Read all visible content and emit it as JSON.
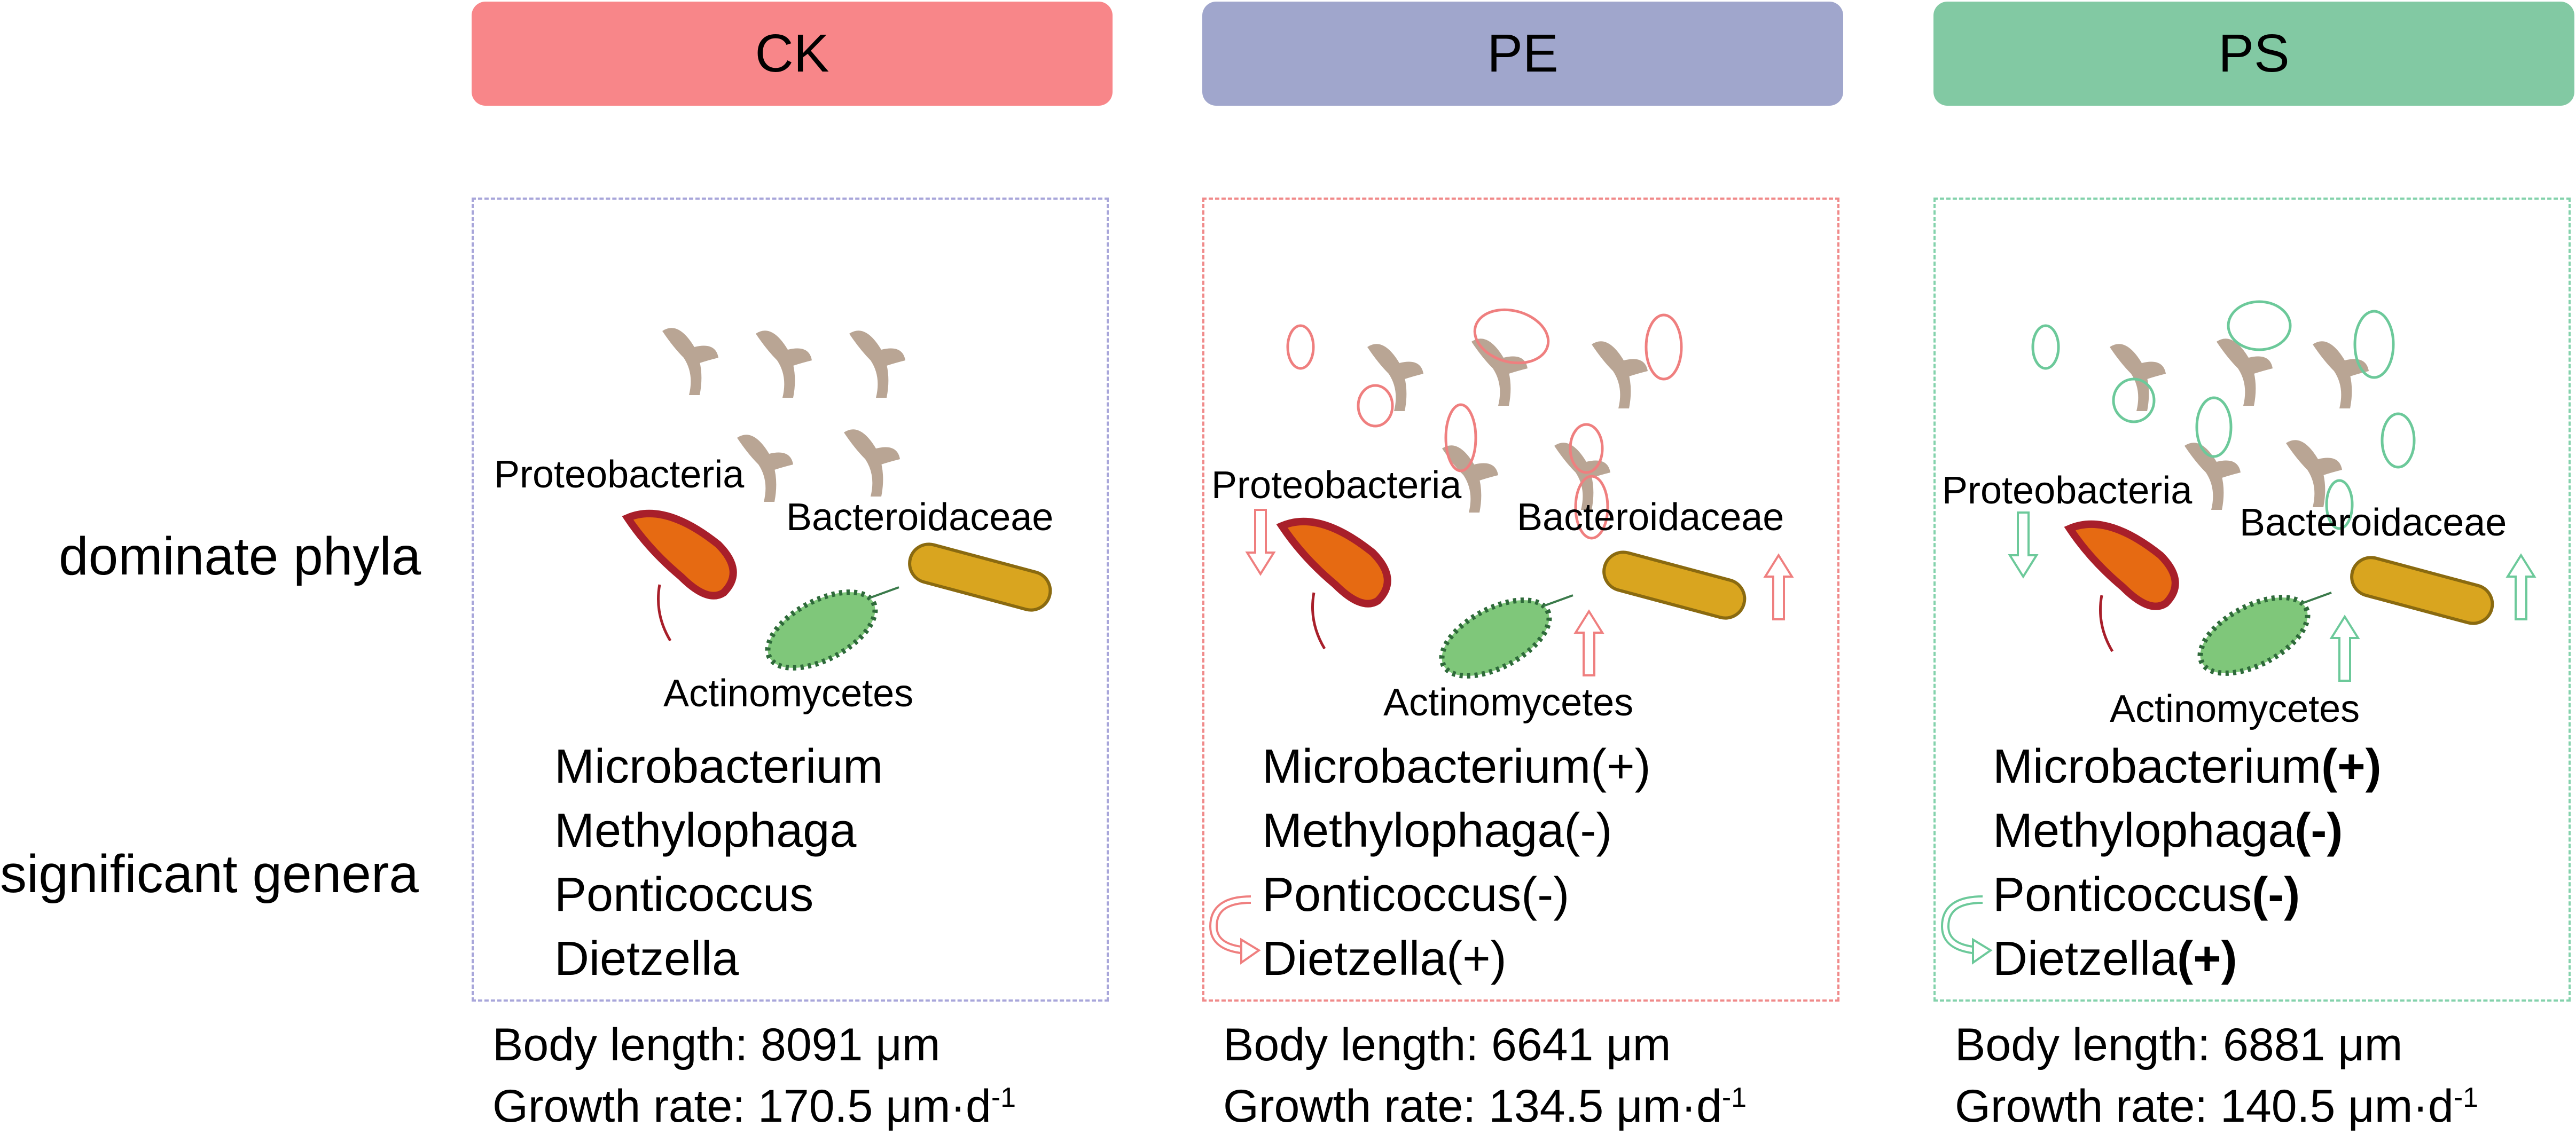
{
  "colors": {
    "ck": "#f88689",
    "pe": "#a0a6cc",
    "ps": "#82c9a3",
    "ck_border": "#a8a6da",
    "pe_mark": "#ef7f7f",
    "ps_mark": "#6cc99a"
  },
  "groups": [
    {
      "label": "CK",
      "phyla": [
        "Proteobacteria",
        "Bacteroidaceae",
        "Actinomycetes"
      ],
      "genera": [
        {
          "name": "Microbacterium",
          "sign": ""
        },
        {
          "name": "Methylophaga",
          "sign": ""
        },
        {
          "name": "Ponticoccus",
          "sign": ""
        },
        {
          "name": "Dietzella",
          "sign": ""
        }
      ],
      "body_length": "Body length: 8091 μm",
      "growth_rate": "Growth rate: 170.5 μm·d",
      "growth_exp": "-1"
    },
    {
      "label": "PE",
      "phyla": [
        "Proteobacteria",
        "Bacteroidaceae",
        "Actinomycetes"
      ],
      "genera": [
        {
          "name": "Microbacterium",
          "sign": "(+)"
        },
        {
          "name": "Methylophaga",
          "sign": "(-)"
        },
        {
          "name": "Ponticoccus",
          "sign": "(-)"
        },
        {
          "name": "Dietzella",
          "sign": "(+)"
        }
      ],
      "body_length": "Body length: 6641 μm",
      "growth_rate": "Growth rate: 134.5 μm·d",
      "growth_exp": "-1"
    },
    {
      "label": "PS",
      "phyla": [
        "Proteobacteria",
        "Bacteroidaceae",
        "Actinomycetes"
      ],
      "genera": [
        {
          "name": "Microbacterium",
          "sign": "(+)"
        },
        {
          "name": "Methylophaga",
          "sign": "(-)"
        },
        {
          "name": "Ponticoccus",
          "sign": "(-)"
        },
        {
          "name": "Dietzella",
          "sign": "(+)"
        }
      ],
      "body_length": "Body length: 6881 μm",
      "growth_rate": "Growth rate: 140.5 μm·d",
      "growth_exp": "-1"
    }
  ],
  "row_labels": {
    "phyla": "dominate phyla",
    "genera": "significant genera"
  },
  "icons": [
    "sea-cucumber-icon",
    "proteobacteria-bacterium-icon",
    "actinomycetes-bacterium-icon",
    "bacteroidaceae-bacterium-icon",
    "down-arrow-icon",
    "up-arrow-icon",
    "curved-arrow-icon"
  ]
}
